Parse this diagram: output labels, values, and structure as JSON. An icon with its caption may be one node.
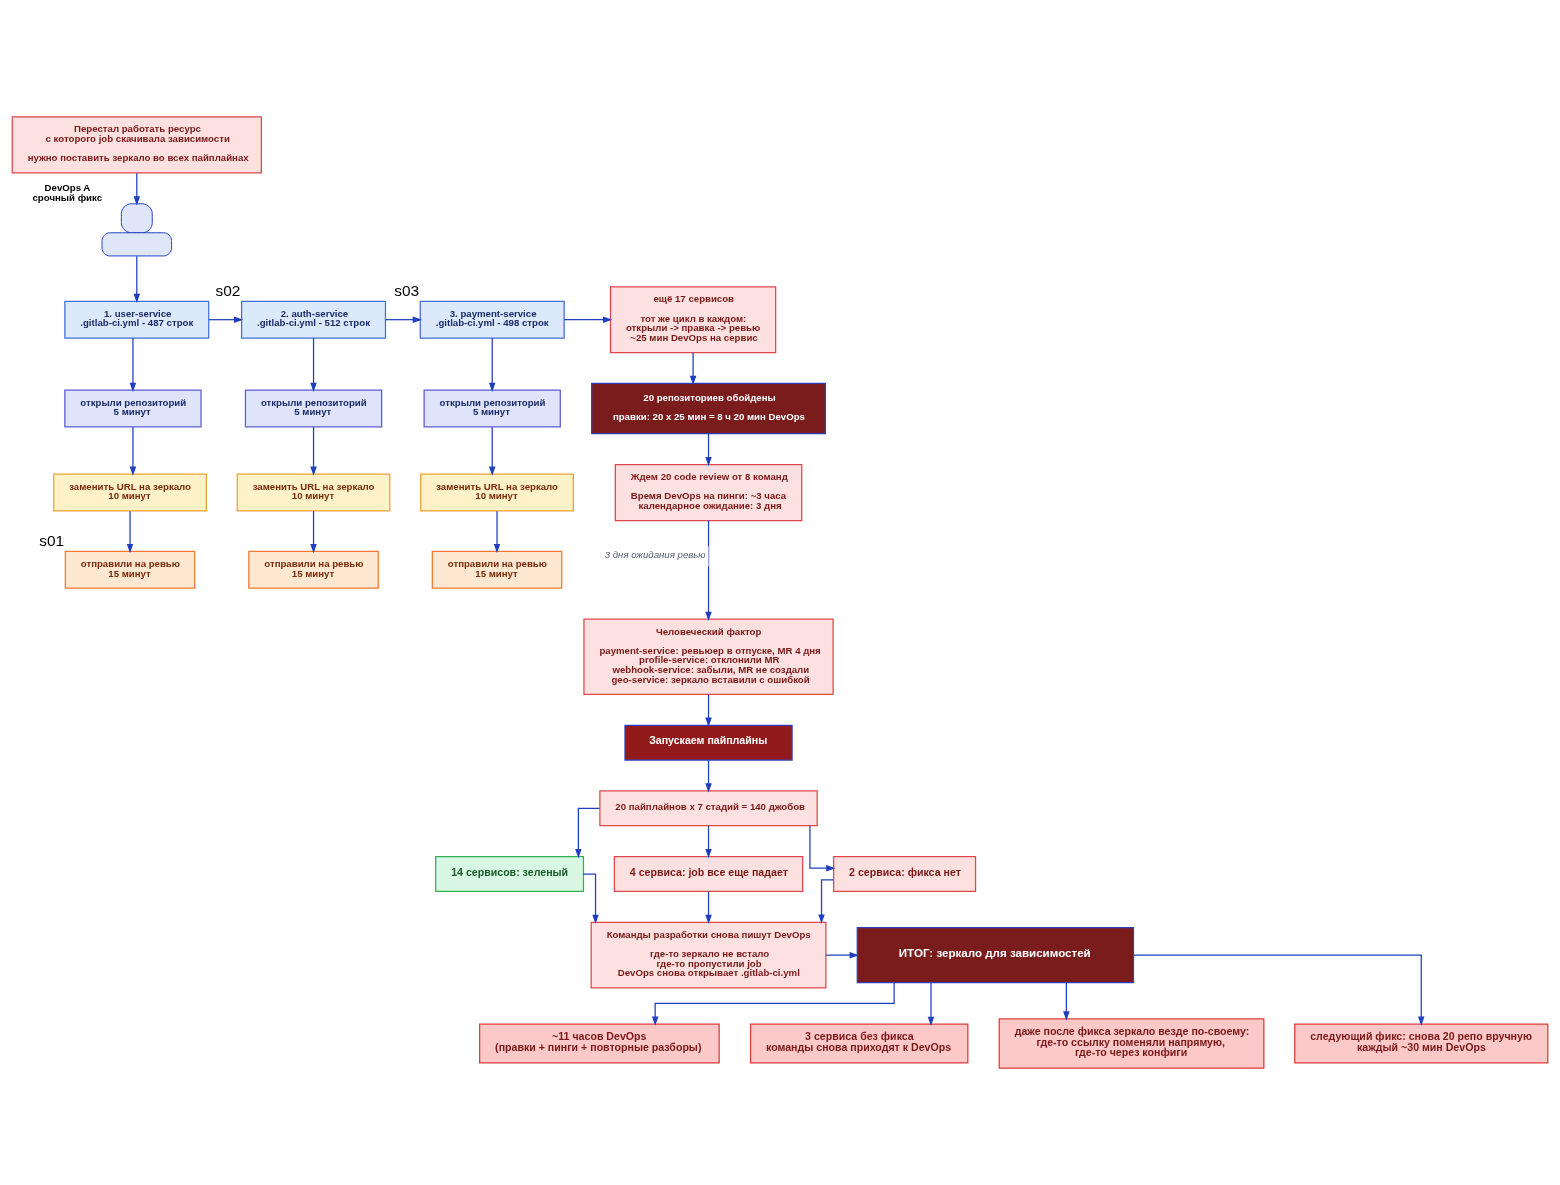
{
  "diagram": {
    "nodes": [
      {
        "text": [
          "Перестал работать ресурс с которого job скачивала зависимости",
          "нужно поставить зеркало во всех пайплайнах"
        ]
      },
      {
        "text": [],
        "shape": "person",
        "beside": [
          "DevOps A срочный фикс"
        ]
      },
      {
        "text": [
          "1. user-service .gitlab-ci.yml - 487 строк"
        ]
      },
      {
        "text": [
          "открыли репозиторий 5 минут"
        ]
      },
      {
        "text": [
          "заменить URL на зеркало 10 минут"
        ]
      },
      {
        "text": [
          "отправили на ревью 15 минут"
        ],
        "beside": [
          "s01"
        ]
      },
      {
        "text": [
          "2. auth-service .gitlab-ci.yml - 512 строк"
        ],
        "beside": [
          "s02"
        ]
      },
      {
        "text": [
          "открыли репозиторий 5 минут"
        ]
      },
      {
        "text": [
          "заменить URL на зеркало 10 минут"
        ]
      },
      {
        "text": [
          "отправили на ревью 15 минут"
        ]
      },
      {
        "text": [
          "3. payment-service .gitlab-ci.yml - 498 строк"
        ],
        "beside": [
          "s03"
        ]
      },
      {
        "text": [
          "открыли репозиторий 5 минут"
        ]
      },
      {
        "text": [
          "заменить URL на зеркало 10 минут"
        ]
      },
      {
        "text": [
          "отправили на ревью 15 минут"
        ]
      },
      {
        "text": [
          "ещё 17 сервисов",
          "тот же цикл в каждом: открыли -> правка -> ревью ~25 мин DevOps на сервис"
        ]
      },
      {
        "text": [
          "20 репозиториев обойдены",
          "правки: 20 x 25 мин = 8 ч 20 мин DevOps"
        ]
      },
      {
        "text": [
          "Ждем 20 code review от 8 команд",
          "Время DevOps на пинги: ~3 часа календарное ожидание: 3 дня"
        ]
      },
      {
        "text": [
          "Человеческий фактор",
          "payment-service: ревьюер в отпуске, MR 4 дня profile-service: отклонили MR webhook-service: забыли, MR не создали geo-service: зеркало вставили с ошибкой"
        ]
      },
      {
        "text": [
          "Запускаем пайплайны"
        ]
      },
      {
        "text": [
          "20 пайплайнов x 7 стадий = 140 джобов"
        ]
      },
      {
        "text": [
          "14 сервисов: зеленый"
        ]
      },
      {
        "text": [
          "4 сервиса: job все еще падает"
        ]
      },
      {
        "text": [
          "2 сервиса: фикса нет"
        ]
      },
      {
        "text": [
          "Команды разработки снова пишут DevOps",
          "где-то зеркало не встало где-то пропустили job DevOps снова открывает .gitlab-ci.yml"
        ]
      },
      {
        "text": [
          "ИТОГ: зеркало для зависимостей"
        ]
      },
      {
        "text": [
          "~11 часов DevOps (правки + пинги + повторные разборы)"
        ]
      },
      {
        "text": [
          "3 сервиса без фикса команды снова приходят к DevOps"
        ]
      },
      {
        "text": [
          "даже после фикса зеркало везде по-своему: где-то ссылку поменяли напрямую, где-то через конфиги"
        ]
      },
      {
        "text": [
          "следующий фикс: снова 20 репо вручную каждый ~30 мин DevOps"
        ]
      }
    ],
    "edges": [
      {
        "from": 0,
        "to": 1,
        "arrow": "to"
      },
      {
        "from": 1,
        "to": 2,
        "arrow": "to"
      },
      {
        "from": 2,
        "to": 3,
        "arrow": "to"
      },
      {
        "from": 3,
        "to": 4,
        "arrow": "to"
      },
      {
        "from": 4,
        "to": 5,
        "arrow": "to"
      },
      {
        "from": 2,
        "to": 6,
        "arrow": "to"
      },
      {
        "from": 6,
        "to": 7,
        "arrow": "to"
      },
      {
        "from": 7,
        "to": 8,
        "arrow": "to"
      },
      {
        "from": 8,
        "to": 9,
        "arrow": "to"
      },
      {
        "from": 6,
        "to": 10,
        "arrow": "to"
      },
      {
        "from": 10,
        "to": 11,
        "arrow": "to"
      },
      {
        "from": 11,
        "to": 12,
        "arrow": "to"
      },
      {
        "from": 12,
        "to": 13,
        "arrow": "to"
      },
      {
        "from": 10,
        "to": 14,
        "arrow": "to"
      },
      {
        "from": 14,
        "to": 15,
        "arrow": "to"
      },
      {
        "from": 15,
        "to": 16,
        "arrow": "to"
      },
      {
        "from": 16,
        "to": 17,
        "arrow": "to",
        "label": "3 дня ожидания ревью"
      },
      {
        "from": 17,
        "to": 18,
        "arrow": "to"
      },
      {
        "from": 18,
        "to": 19,
        "arrow": "to"
      },
      {
        "from": 19,
        "to": 20,
        "arrow": "to"
      },
      {
        "from": 19,
        "to": 21,
        "arrow": "to"
      },
      {
        "from": 19,
        "to": 22,
        "arrow": "to"
      },
      {
        "from": 20,
        "to": 23,
        "arrow": "to"
      },
      {
        "from": 21,
        "to": 23,
        "arrow": "to"
      },
      {
        "from": 22,
        "to": 23,
        "arrow": "to"
      },
      {
        "from": 23,
        "to": 24,
        "arrow": "to"
      },
      {
        "from": 24,
        "to": 25,
        "arrow": "to"
      },
      {
        "from": 24,
        "to": 26,
        "arrow": "to"
      },
      {
        "from": 24,
        "to": 27,
        "arrow": "to"
      },
      {
        "from": 24,
        "to": 28,
        "arrow": "to"
      }
    ]
  }
}
